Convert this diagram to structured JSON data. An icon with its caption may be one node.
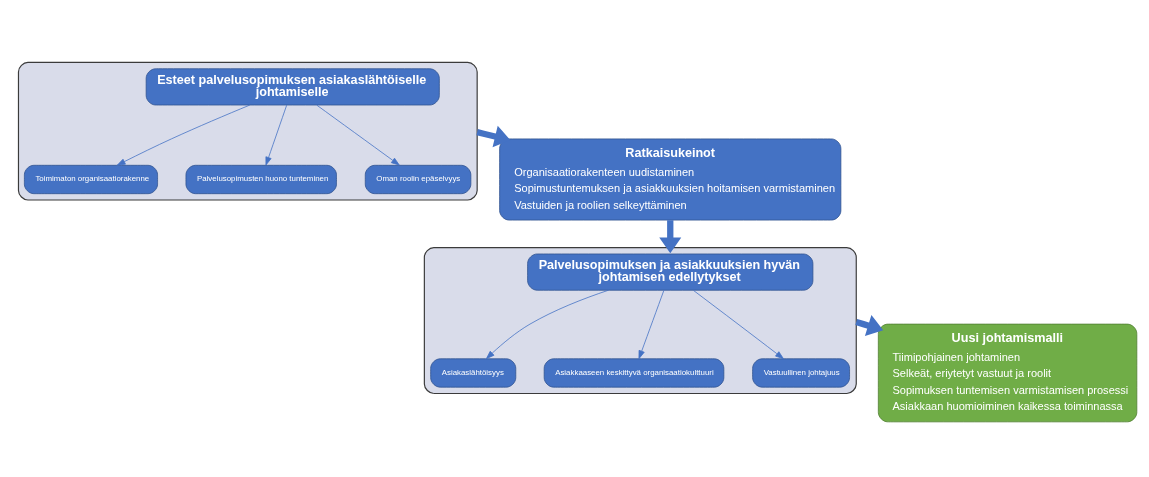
{
  "diagram": {
    "nodes": [
      {
        "text": [],
        "shape": "box"
      },
      {
        "text": [
          "Esteet palvelusopimuksen asiakaslähtöiselle johtamiselle"
        ],
        "in": 0
      },
      {
        "text": [
          "Toimimaton organisaatiorakenne"
        ],
        "in": 0
      },
      {
        "text": [
          "Palvelusopimusten huono tunteminen"
        ],
        "in": 0
      },
      {
        "text": [
          "Oman roolin epäselvyys"
        ],
        "in": 0
      },
      {
        "text": [
          "Ratkaisukeinot",
          "Organisaatiorakenteen uudistaminen",
          "Sopimustuntemuksen ja asiakkuuksien hoitamisen varmistaminen",
          "Vastuiden ja roolien selkeyttäminen"
        ]
      },
      {
        "text": [],
        "shape": "box"
      },
      {
        "text": [
          "Palvelusopimuksen ja asiakkuuksien hyvän johtamisen edellytykset"
        ],
        "in": 6
      },
      {
        "text": [
          "Asiakaslähtöisyys"
        ],
        "in": 6
      },
      {
        "text": [
          "Asiakkaaseen keskittyvä organisaatiokulttuuri"
        ],
        "in": 6
      },
      {
        "text": [
          "Vastuullinen johtajuus"
        ],
        "in": 6
      },
      {
        "text": [
          "Uusi johtamismalli",
          "Tiimipohjainen johtaminen",
          "Selkeät, eriytetyt vastuut ja roolit",
          "Sopimuksen tuntemisen varmistamisen prosessi",
          "Asiakkaan huomioiminen kaikessa toiminnassa"
        ]
      }
    ],
    "edges": [
      {
        "from": 1,
        "to": 2,
        "arrow": "to"
      },
      {
        "from": 1,
        "to": 3,
        "arrow": "to"
      },
      {
        "from": 1,
        "to": 4,
        "arrow": "to"
      },
      {
        "from": 0,
        "to": 5,
        "arrow": "to",
        "style": "thick"
      },
      {
        "from": 5,
        "to": 6,
        "arrow": "to",
        "style": "thick"
      },
      {
        "from": 7,
        "to": 8,
        "arrow": "to"
      },
      {
        "from": 7,
        "to": 9,
        "arrow": "to"
      },
      {
        "from": 7,
        "to": 10,
        "arrow": "to"
      },
      {
        "from": 6,
        "to": 11,
        "arrow": "to",
        "style": "thick"
      }
    ]
  }
}
